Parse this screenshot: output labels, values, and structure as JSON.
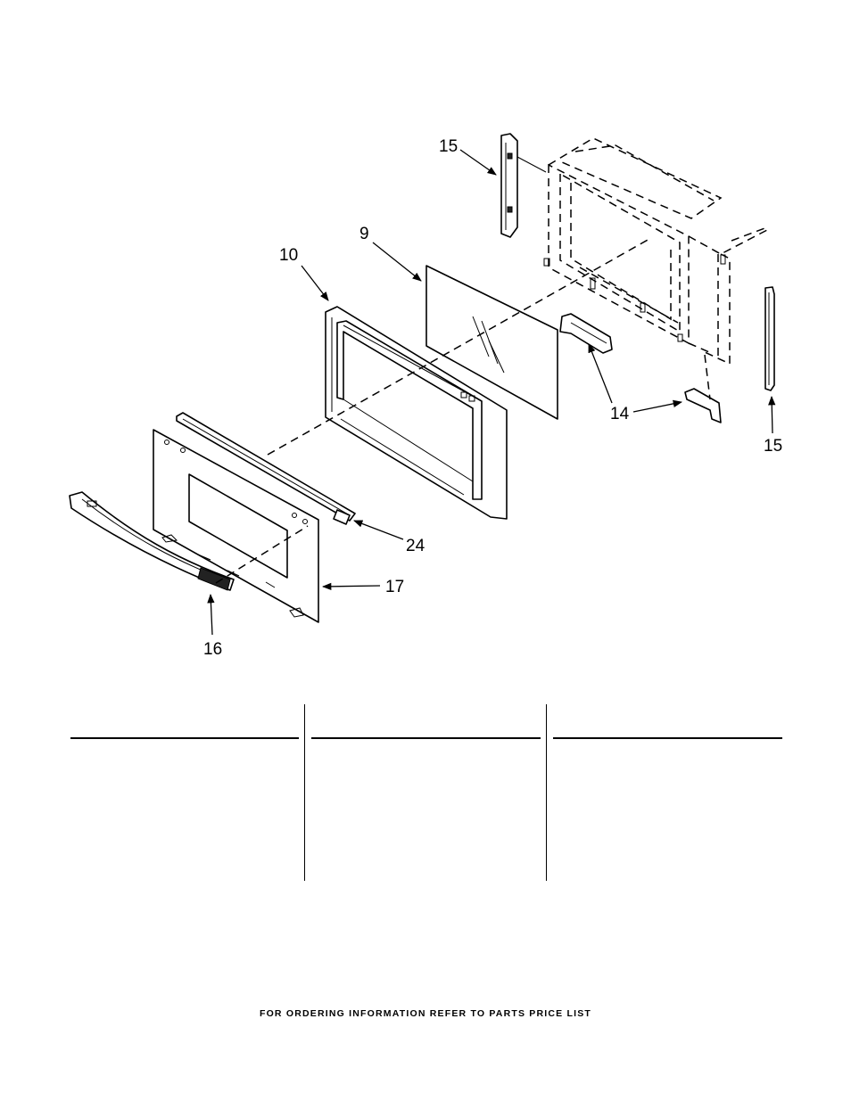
{
  "callouts": {
    "c15a": "15",
    "c9": "9",
    "c10": "10",
    "c14": "14",
    "c15b": "15",
    "c24": "24",
    "c17": "17",
    "c16": "16"
  },
  "parts_table": {
    "columns": 3
  },
  "footer": {
    "text": "FOR ORDERING INFORMATION REFER TO PARTS PRICE LIST"
  }
}
